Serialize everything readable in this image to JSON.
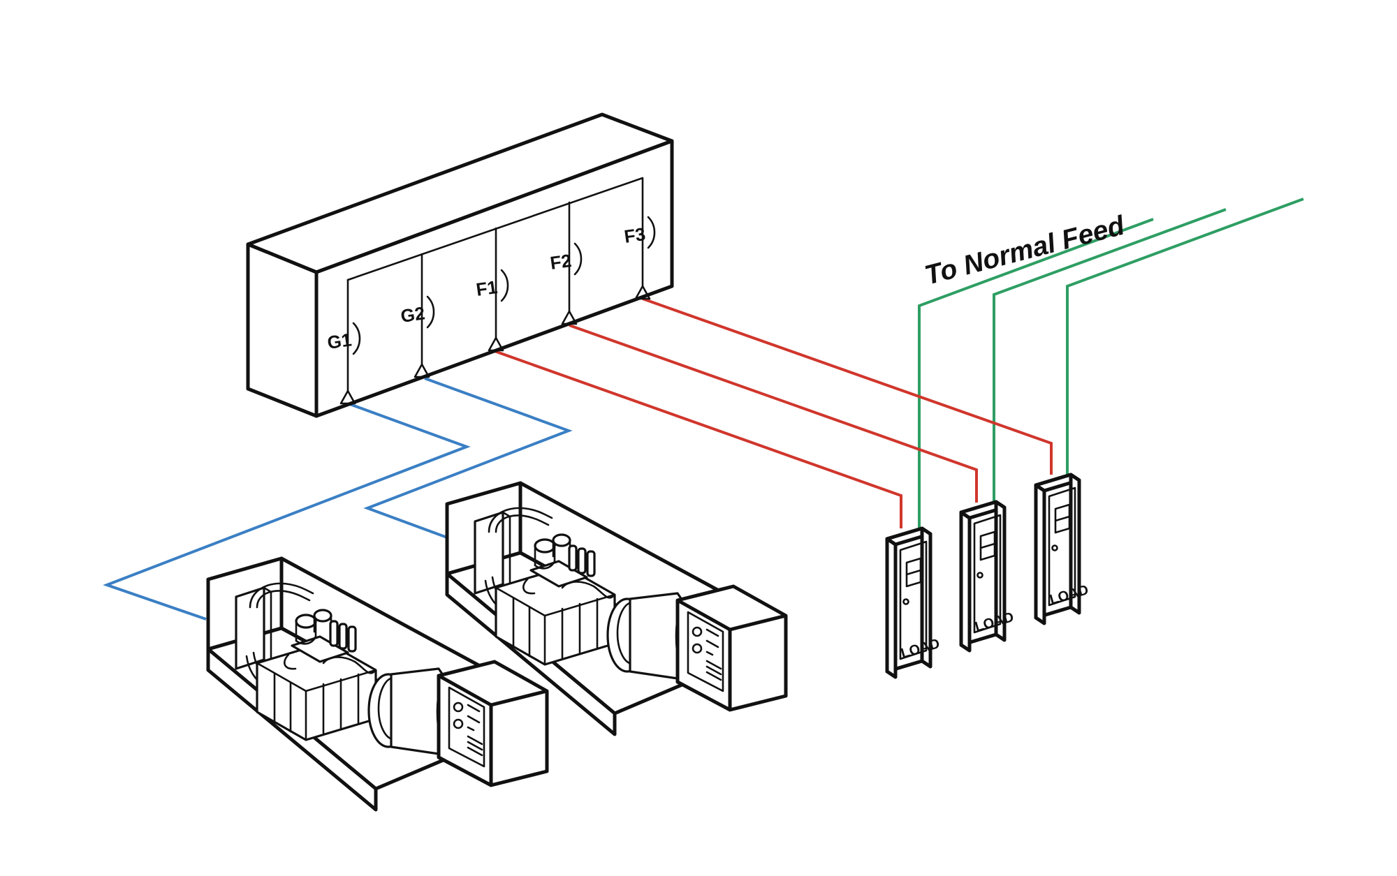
{
  "switchgear": {
    "sections": [
      {
        "id": "G1",
        "label": "G1"
      },
      {
        "id": "G2",
        "label": "G2"
      },
      {
        "id": "F1",
        "label": "F1"
      },
      {
        "id": "F2",
        "label": "F2"
      },
      {
        "id": "F3",
        "label": "F3"
      }
    ]
  },
  "normal_feed_label": "To Normal Feed",
  "loads": [
    {
      "label": "LOAD"
    },
    {
      "label": "LOAD"
    },
    {
      "label": "LOAD"
    }
  ],
  "colors": {
    "generator_wiring": "#3a7fc4",
    "feeder_wiring": "#d0362c",
    "normal_feed_wiring": "#2e9e63",
    "outline": "#111111"
  },
  "icons": [
    "switchgear-cabinet",
    "generator-set",
    "generator-set",
    "load-cabinet",
    "load-cabinet",
    "load-cabinet"
  ]
}
